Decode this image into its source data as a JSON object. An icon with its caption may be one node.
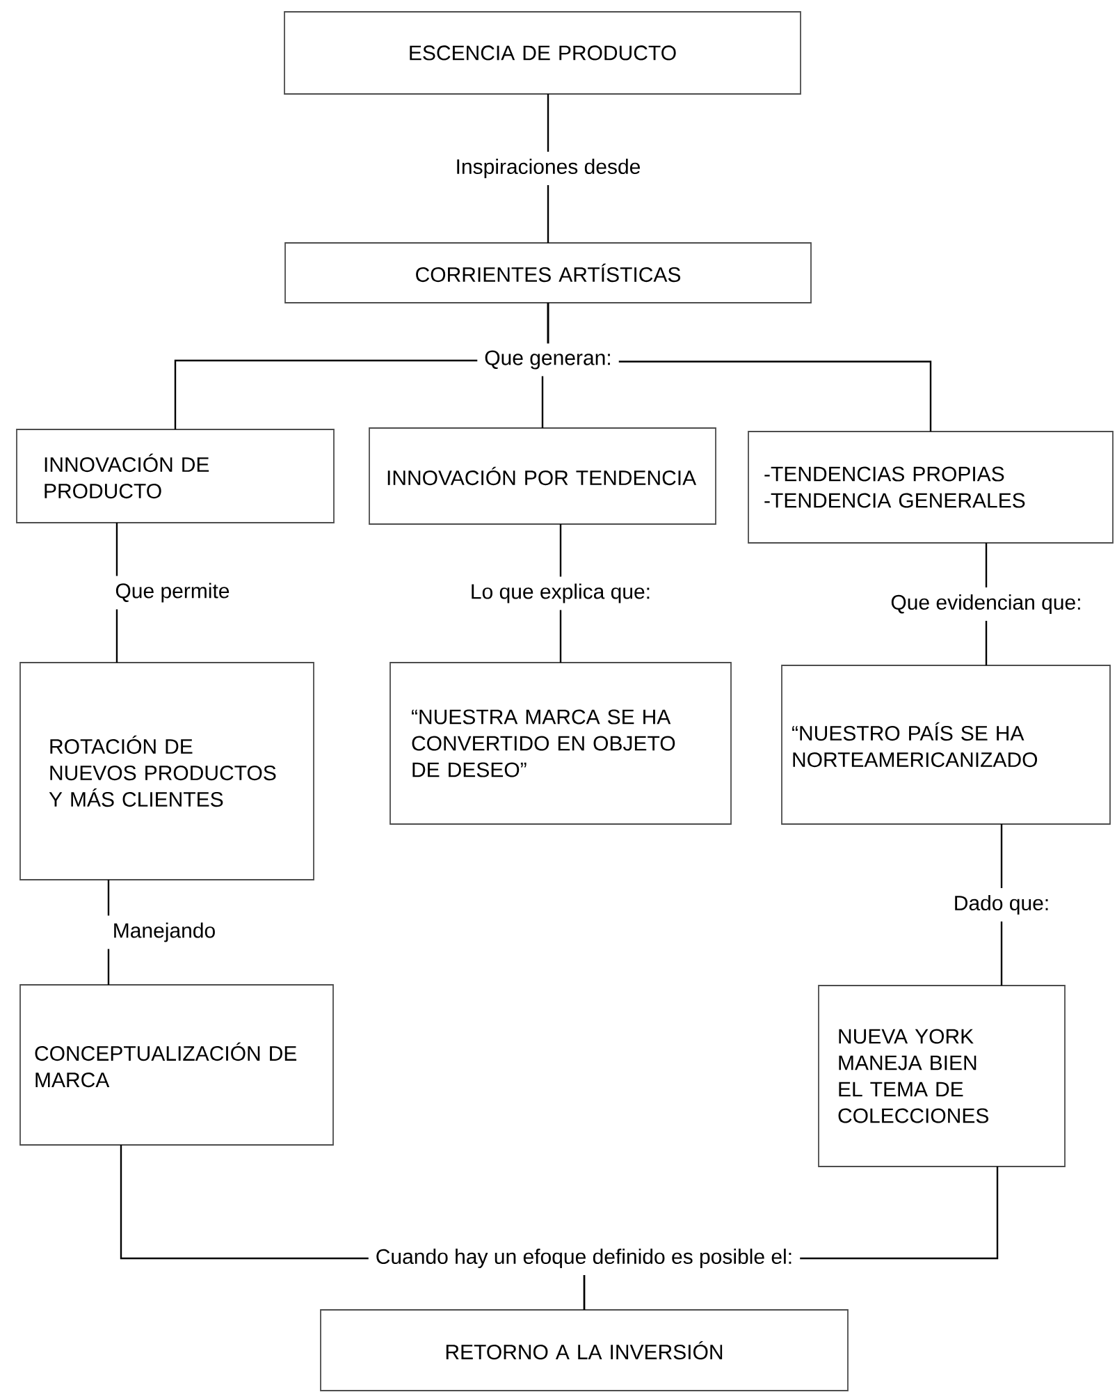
{
  "diagram": {
    "nodes": [
      {
        "text": [
          "ESCENCIA DE PRODUCTO"
        ]
      },
      {
        "text": [
          "CORRIENTES ARTÍSTICAS"
        ]
      },
      {
        "text": [
          "INNOVACIÓN DE PRODUCTO"
        ]
      },
      {
        "text": [
          "INNOVACIÓN POR TENDENCIA"
        ]
      },
      {
        "text": [
          "-TENDENCIAS PROPIAS",
          "-TENDENCIA GENERALES"
        ]
      },
      {
        "text": [
          "ROTACIÓN DE NUEVOS PRODUCTOS Y MÁS CLIENTES"
        ]
      },
      {
        "text": [
          "“NUESTRA MARCA SE HA CONVERTIDO EN OBJETO DE DESEO”"
        ]
      },
      {
        "text": [
          "“NUESTRO PAÍS SE HA NORTEAMERICANIZADO"
        ]
      },
      {
        "text": [
          "CONCEPTUALIZACIÓN DE MARCA"
        ]
      },
      {
        "text": [
          "NUEVA YORK MANEJA BIEN EL TEMA DE COLECCIONES"
        ]
      },
      {
        "text": [
          "RETORNO A LA INVERSIÓN"
        ]
      }
    ],
    "edges": [
      {
        "from": 0,
        "to": 1,
        "arrow": "none",
        "label": "Inspiraciones desde"
      },
      {
        "from": 1,
        "to": 2,
        "arrow": "none"
      },
      {
        "from": 1,
        "to": 3,
        "arrow": "none",
        "label": "Que generan:"
      },
      {
        "from": 1,
        "to": 4,
        "arrow": "none"
      },
      {
        "from": 2,
        "to": 5,
        "arrow": "none",
        "label": "Que permite"
      },
      {
        "from": 3,
        "to": 6,
        "arrow": "none",
        "label": "Lo que explica que:"
      },
      {
        "from": 4,
        "to": 7,
        "arrow": "none",
        "label": "Que evidencian que:"
      },
      {
        "from": 5,
        "to": 8,
        "arrow": "none",
        "label": "Manejando"
      },
      {
        "from": 7,
        "to": 9,
        "arrow": "none",
        "label": "Dado que:"
      },
      {
        "from": 8,
        "to": 10,
        "arrow": "none",
        "label": "Cuando hay un efoque definido es posible el:"
      },
      {
        "from": 9,
        "to": 10,
        "arrow": "none"
      }
    ]
  }
}
